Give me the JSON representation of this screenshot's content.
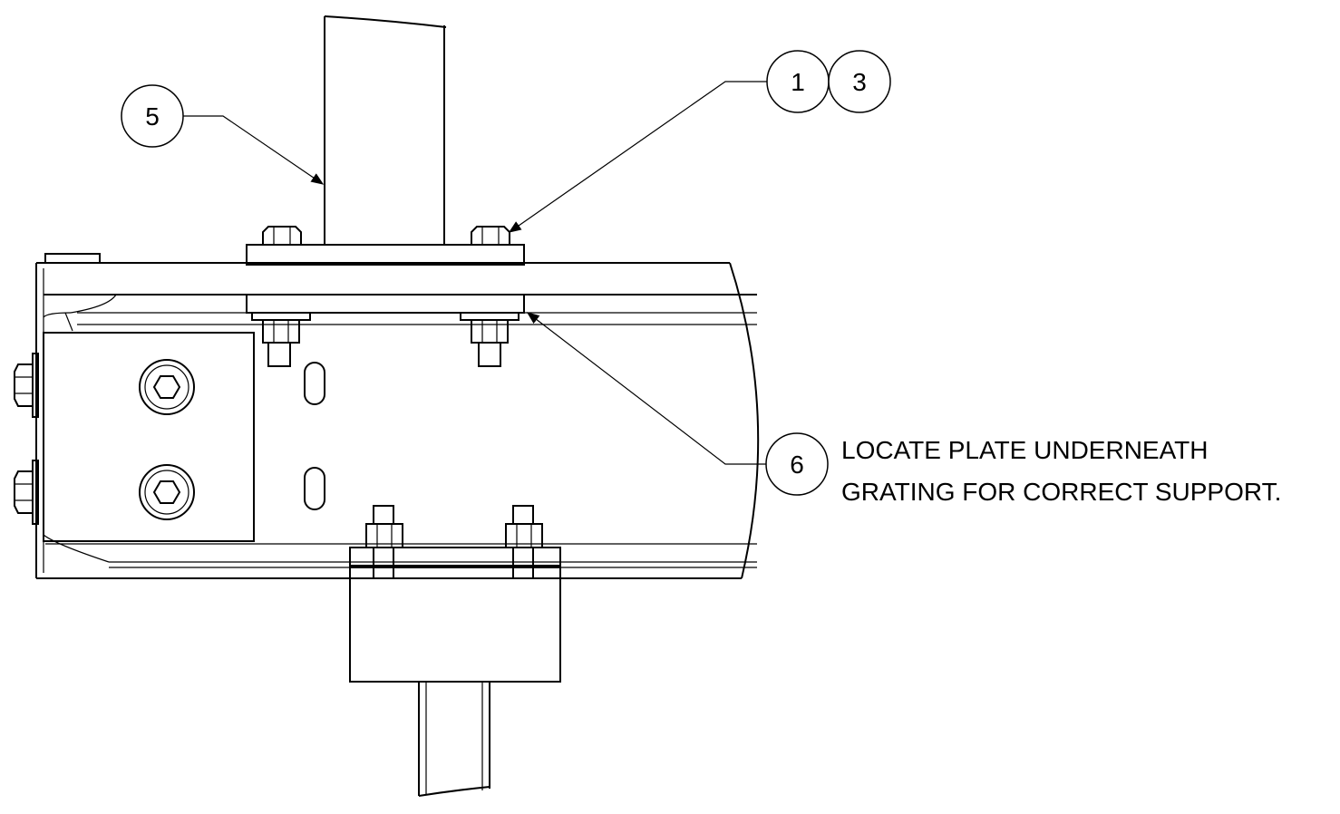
{
  "balloons": [
    {
      "id": "balloon-5",
      "label": "5"
    },
    {
      "id": "balloon-1",
      "label": "1"
    },
    {
      "id": "balloon-3",
      "label": "3"
    },
    {
      "id": "balloon-6",
      "label": "6"
    }
  ],
  "note": {
    "line1": "LOCATE PLATE UNDERNEATH",
    "line2": "GRATING FOR CORRECT SUPPORT."
  },
  "colors": {
    "ink": "#000000",
    "paper": "#ffffff"
  }
}
